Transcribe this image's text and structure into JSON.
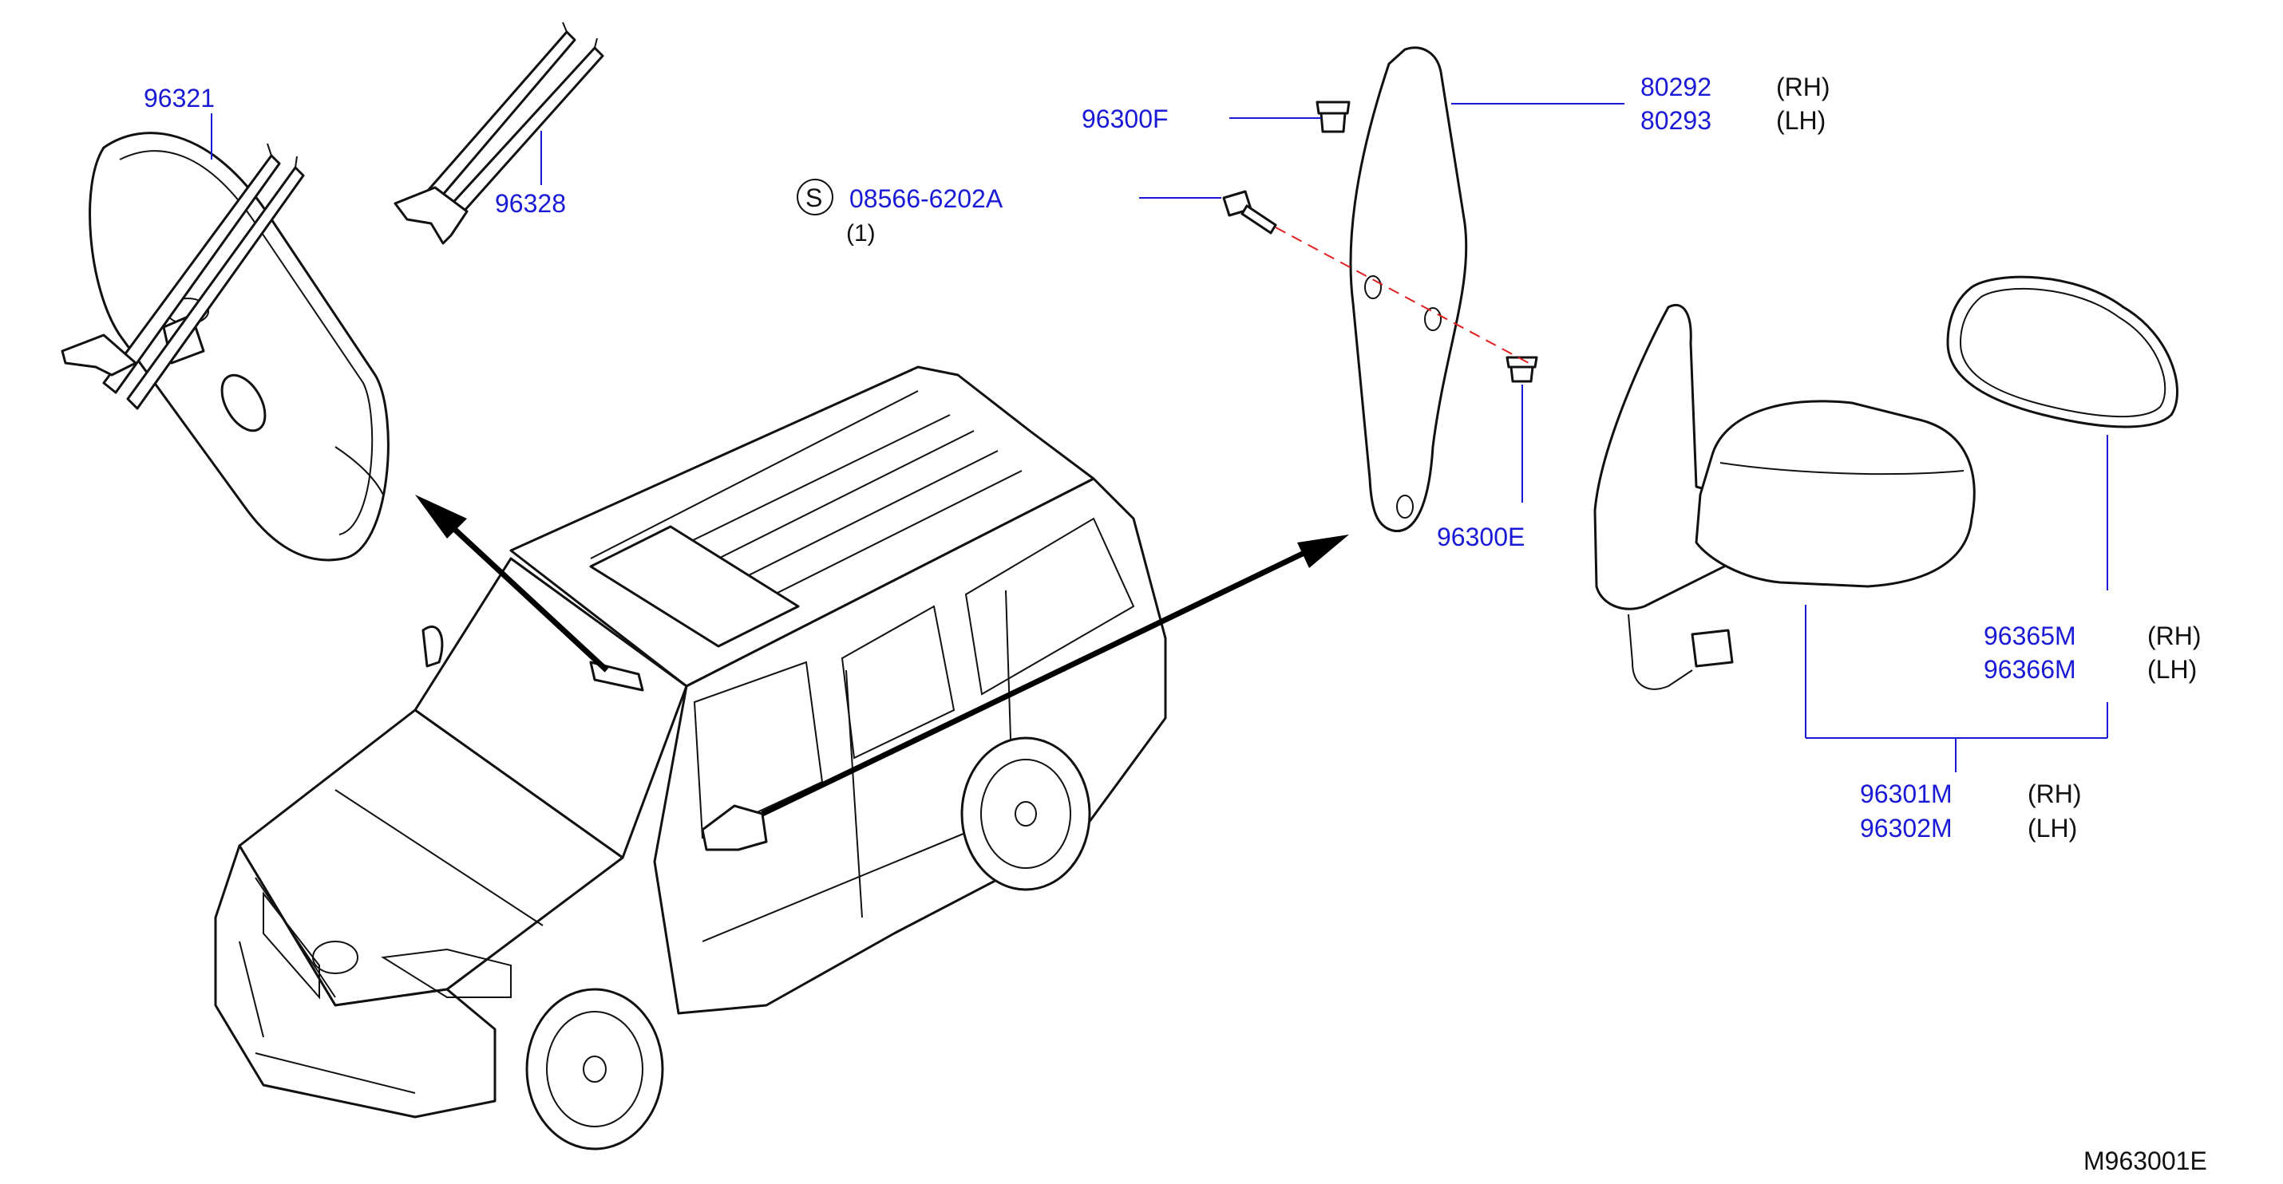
{
  "labels": {
    "inside_mirror": "96321",
    "mirror_bracket": "96328",
    "screw_code": "08566-6202A",
    "screw_qty": "(1)",
    "screw_symbol": "S",
    "clip_upper": "96300F",
    "clip_lower": "96300E",
    "garnish_rh": "80292",
    "garnish_lh": "80293",
    "glass_rh": "96365M",
    "glass_lh": "96366M",
    "door_mirror_rh": "96301M",
    "door_mirror_lh": "96302M",
    "rh": "(RH)",
    "lh": "(LH)"
  },
  "drawing_code": "M963001E",
  "colors": {
    "part_number": "#1a1ad6",
    "line": "#111111",
    "dash": "#e02020"
  }
}
